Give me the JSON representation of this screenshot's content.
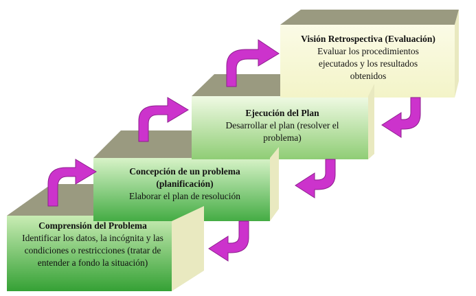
{
  "colors": {
    "box_top": "#9a9a80",
    "box_side": "#e9e9c0",
    "arrow": "#cc33cc",
    "arrow_dark": "#8e1f8e"
  },
  "steps": [
    {
      "title": "Comprensión del Problema",
      "description": "Identificar los datos, la incógnita y las condiciones o restricciones (tratar de entender a fondo la situación)",
      "face_gradient": [
        "#35a135",
        "#c9ecb4"
      ]
    },
    {
      "title": "Concepción de un problema (planificación)",
      "description": "Elaborar el plan de resolución",
      "face_gradient": [
        "#44ac44",
        "#d8f3c8"
      ]
    },
    {
      "title": "Ejecución del Plan",
      "description": "Desarrollar el plan (resolver el problema)",
      "face_gradient": [
        "#8fcd75",
        "#f0fae4"
      ]
    },
    {
      "title": "Visión Retrospectiva (Evaluación)",
      "description": "Evaluar los procedimientos ejecutados y los resultados obtenidos",
      "face_gradient": [
        "#f3f4c8",
        "#fbfbe6"
      ]
    }
  ],
  "arrows": {
    "up": [
      "step-1-to-2",
      "step-2-to-3",
      "step-3-to-4"
    ],
    "down": [
      "step-4-to-3",
      "step-3-to-2",
      "step-2-to-1"
    ]
  }
}
